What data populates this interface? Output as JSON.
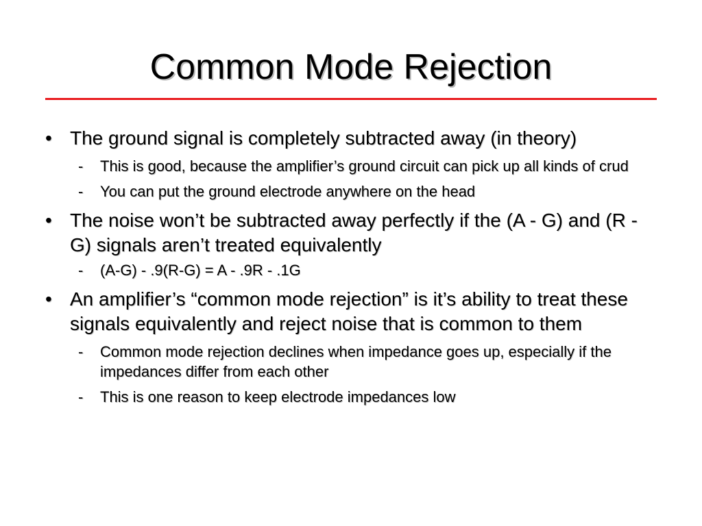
{
  "slide": {
    "title": "Common Mode Rejection",
    "rule_color": "#e8191c",
    "bullet_glyph": "•",
    "dash_glyph": "-",
    "items": [
      {
        "text": "The ground signal is completely subtracted away (in theory)",
        "subitems": [
          "This is good, because the amplifier’s ground circuit can pick up all kinds of crud",
          "You can put the ground electrode anywhere on the head"
        ]
      },
      {
        "text": "The noise won’t be subtracted away perfectly if the (A - G) and (R - G) signals aren’t treated equivalently",
        "subitems": [
          "(A-G) - .9(R-G) = A - .9R - .1G"
        ]
      },
      {
        "text": "An amplifier’s “common mode rejection” is it’s ability to treat these signals equivalently and reject noise that is common to them",
        "subitems": [
          "Common mode rejection declines when impedance goes up, especially if the impedances differ from each other",
          "This is one reason to keep electrode impedances low"
        ]
      }
    ]
  }
}
